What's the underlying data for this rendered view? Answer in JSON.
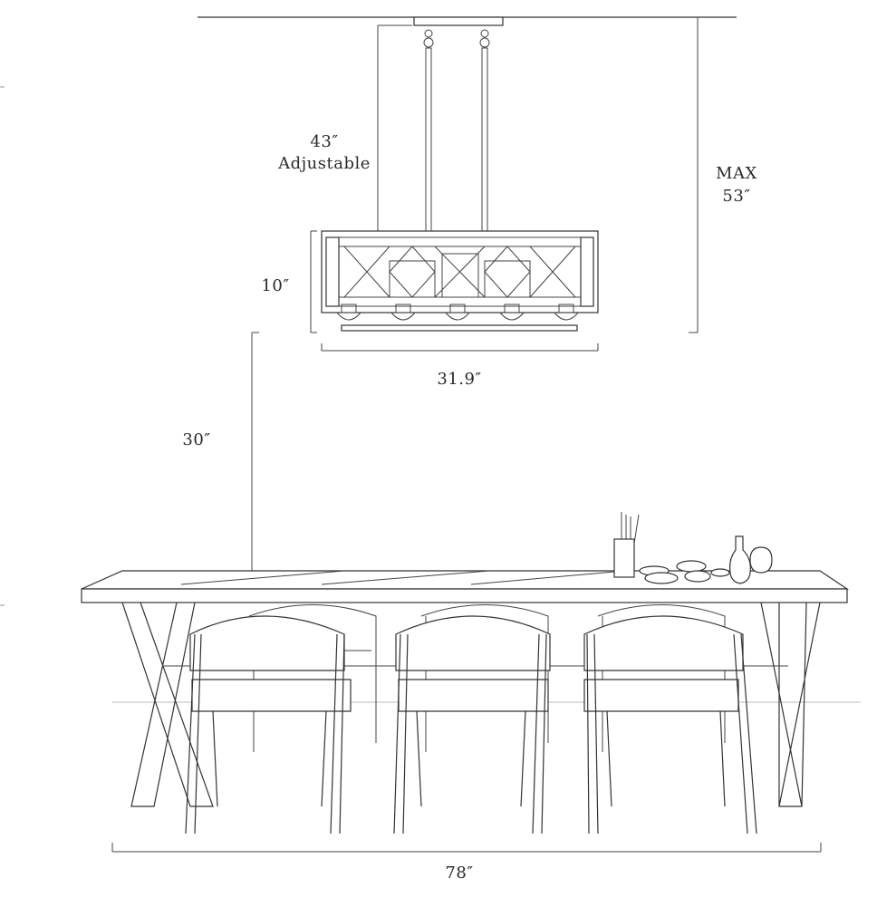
{
  "dimensions": {
    "drop_value": "43″",
    "drop_note": "Adjustable",
    "max_label": "MAX",
    "max_value": "53″",
    "fixture_height": "10″",
    "fixture_width": "31.9″",
    "clearance": "30″",
    "table_length": "78″"
  }
}
